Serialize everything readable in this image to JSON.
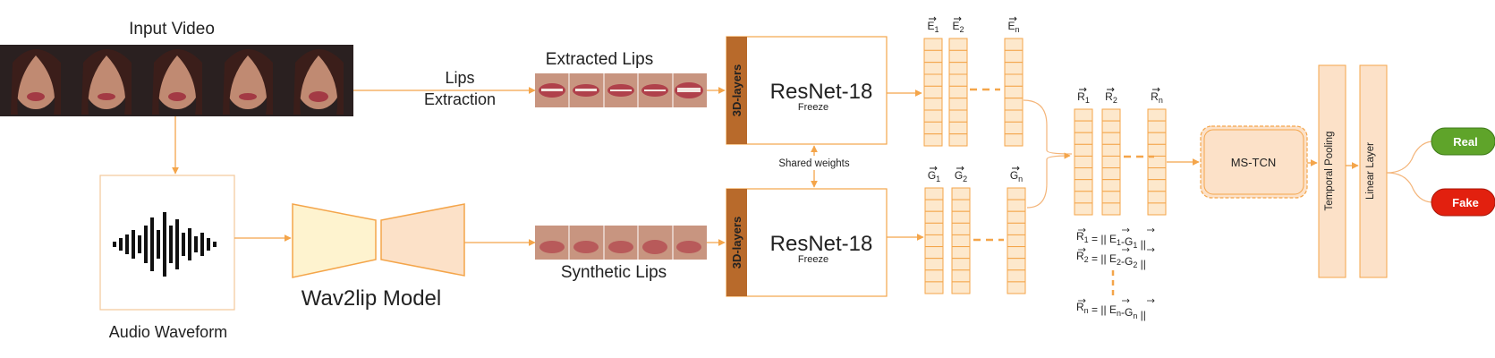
{
  "labels": {
    "input_video": "Input Video",
    "lips_extraction_line1": "Lips",
    "lips_extraction_line2": "Extraction",
    "extracted_lips": "Extracted Lips",
    "synthetic_lips": "Synthetic Lips",
    "audio_waveform": "Audio Waveform",
    "wav2lip_model": "Wav2lip Model",
    "layers_3d": "3D-layers",
    "resnet": "ResNet-18",
    "freeze": "Freeze",
    "shared_weights": "Shared weights",
    "ms_tcn": "MS-TCN",
    "temporal_pooling": "Temporal Pooling",
    "linear_layer": "Linear Layer",
    "real": "Real",
    "fake": "Fake"
  },
  "vectors": {
    "E": [
      "E",
      "E",
      "E"
    ],
    "E_sub": [
      "1",
      "2",
      "n"
    ],
    "G": [
      "G",
      "G",
      "G"
    ],
    "G_sub": [
      "1",
      "2",
      "n"
    ],
    "R": [
      "R",
      "R",
      "R"
    ],
    "R_sub": [
      "1",
      "2",
      "n"
    ]
  },
  "formulas": [
    {
      "r": "1",
      "e": "1",
      "g": "1"
    },
    {
      "r": "2",
      "e": "2",
      "g": "2"
    },
    {
      "r": "n",
      "e": "n",
      "g": "n"
    }
  ],
  "colors": {
    "orange": "#F4A54A",
    "light_orange": "#FDEBD0",
    "dark_orange": "#B86A2B",
    "cream": "#FEF3CF",
    "peach": "#FCE1C8",
    "real_green": "#5FA42A",
    "fake_red": "#E2200F",
    "arrow": "#F4B57A"
  }
}
